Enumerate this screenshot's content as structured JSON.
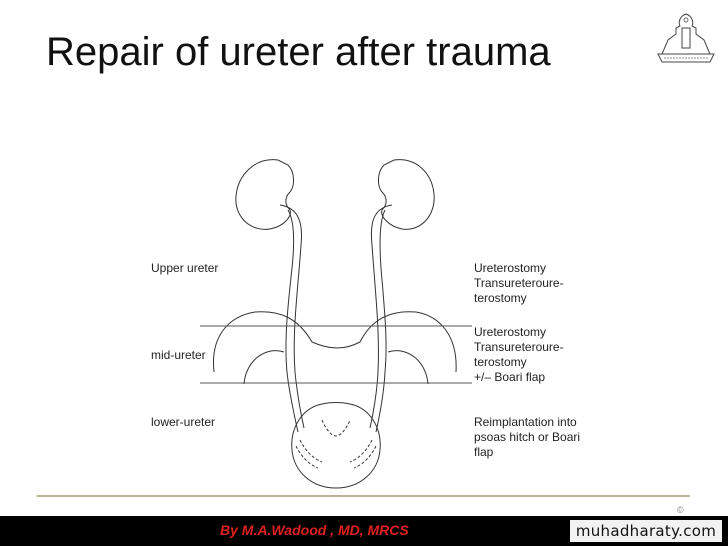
{
  "slide": {
    "title": "Repair of ureter after trauma"
  },
  "labels_left": {
    "upper": "Upper ureter",
    "mid": "mid-ureter",
    "lower": "lower-ureter"
  },
  "labels_right": {
    "upper": "Ureterostomy\nTransureteroure-\nterostomy",
    "mid": "Ureterostomy\nTransureteroure-\nterostomy\n+/– Boari flap",
    "lower": "Reimplantation into\npsoas hitch or Boari\nflap"
  },
  "footer": {
    "author": "By M.A.Wadood , MD, MRCS",
    "watermark": "muhadharaty.com",
    "copyright": "©"
  },
  "icons": {
    "logo": "university-seal-icon"
  },
  "colors": {
    "footer_bg": "#000000",
    "author": "#e02020",
    "rule": "#b9b49a"
  }
}
